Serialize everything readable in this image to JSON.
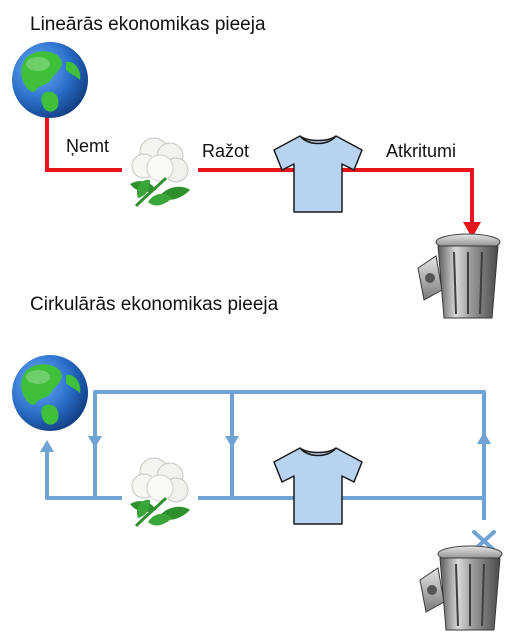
{
  "linear": {
    "heading": "Lineārās ekonomikas pieeja",
    "labels": {
      "take": "Ņemt",
      "make": "Ražot",
      "waste": "Atkritumi"
    },
    "flow_color": "#e8141b"
  },
  "circular": {
    "heading": "Cirkulārās ekonomikas pieeja",
    "flow_color": "#6fa3d6"
  },
  "icons": {
    "earth": "globe-icon",
    "cotton": "cotton-plant-icon",
    "shirt": "t-shirt-icon",
    "bin": "trash-bin-icon"
  },
  "colors": {
    "shirt_fill": "#b7d3ef",
    "ocean": "#2a6fc9",
    "land": "#3fbf3a",
    "leaf": "#2f8f2f"
  }
}
